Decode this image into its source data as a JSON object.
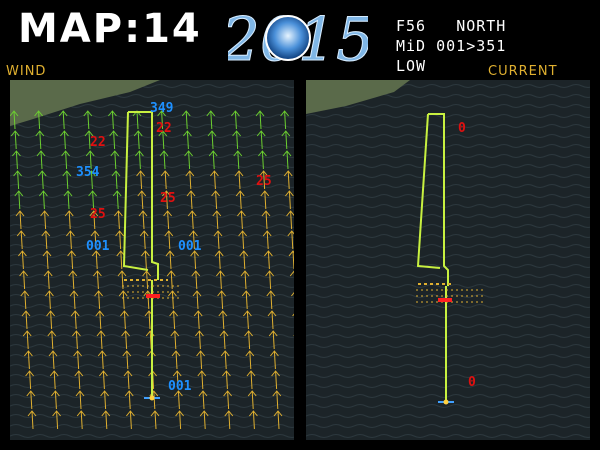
{
  "header": {
    "map_title": "MAP:14",
    "logo_year": "2015",
    "info_line1_left": "F56",
    "info_line1_right": "NORTH",
    "info_line2": "MiD 001>351",
    "info_line3": "LOW"
  },
  "panels": {
    "wind_label": "WIND",
    "current_label": "CURRENT"
  },
  "wind_labels": [
    {
      "text": "349",
      "color": "#1e90ff"
    },
    {
      "text": "22",
      "color": "#e01010"
    },
    {
      "text": "22",
      "color": "#e01010"
    },
    {
      "text": "354",
      "color": "#1e90ff"
    },
    {
      "text": "25",
      "color": "#e01010"
    },
    {
      "text": "25",
      "color": "#e01010"
    },
    {
      "text": "25",
      "color": "#e01010"
    },
    {
      "text": "001",
      "color": "#1e90ff"
    },
    {
      "text": "001",
      "color": "#1e90ff"
    },
    {
      "text": "001",
      "color": "#1e90ff"
    }
  ],
  "current_labels": [
    {
      "text": "0",
      "color": "#e01010"
    },
    {
      "text": "0",
      "color": "#e01010"
    }
  ],
  "colors": {
    "course_line": "#c8f040",
    "start_line": "#e0b030",
    "wind_arrow_south": "#e0b030",
    "wind_arrow_north": "#6ccf30",
    "water": "#1c2428",
    "land": "#5a6a4a"
  }
}
